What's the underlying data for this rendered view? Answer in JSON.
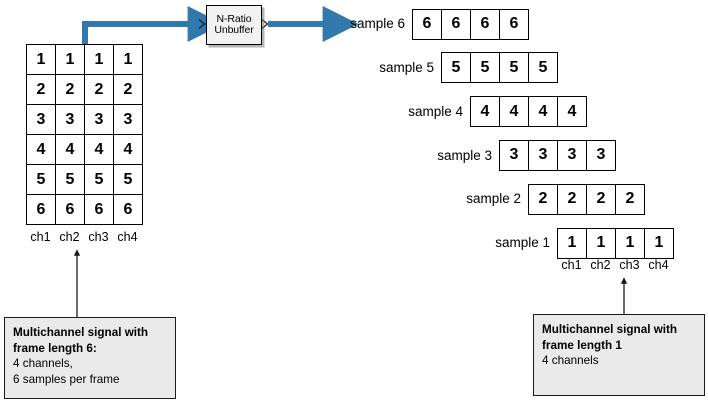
{
  "diagram": {
    "title": "N-Ratio Unbuffer multichannel frame conversion",
    "accent_color": "#3178ac",
    "callout_fill": "#eaeaea",
    "line_color": "#000000"
  },
  "block": {
    "name": "n-ratio-unbuffer",
    "line1": "N-Ratio",
    "line2": "Unbuffer"
  },
  "input_matrix": {
    "channel_labels": [
      "ch1",
      "ch2",
      "ch3",
      "ch4"
    ],
    "rows": [
      [
        "1",
        "1",
        "1",
        "1"
      ],
      [
        "2",
        "2",
        "2",
        "2"
      ],
      [
        "3",
        "3",
        "3",
        "3"
      ],
      [
        "4",
        "4",
        "4",
        "4"
      ],
      [
        "5",
        "5",
        "5",
        "5"
      ],
      [
        "6",
        "6",
        "6",
        "6"
      ]
    ]
  },
  "output_samples": {
    "channel_labels": [
      "ch1",
      "ch2",
      "ch3",
      "ch4"
    ],
    "rows": [
      {
        "label": "sample 6",
        "values": [
          "6",
          "6",
          "6",
          "6"
        ]
      },
      {
        "label": "sample 5",
        "values": [
          "5",
          "5",
          "5",
          "5"
        ]
      },
      {
        "label": "sample 4",
        "values": [
          "4",
          "4",
          "4",
          "4"
        ]
      },
      {
        "label": "sample 3",
        "values": [
          "3",
          "3",
          "3",
          "3"
        ]
      },
      {
        "label": "sample 2",
        "values": [
          "2",
          "2",
          "2",
          "2"
        ]
      },
      {
        "label": "sample 1",
        "values": [
          "1",
          "1",
          "1",
          "1"
        ]
      }
    ]
  },
  "callout_left": {
    "heading_line1": "Multichannel signal with",
    "heading_line2": "frame length 6:",
    "detail_line1": "4 channels,",
    "detail_line2": "6 samples per frame"
  },
  "callout_right": {
    "heading_line1": "Multichannel signal with",
    "heading_line2": "frame length 1",
    "detail_line1": "4 channels"
  }
}
